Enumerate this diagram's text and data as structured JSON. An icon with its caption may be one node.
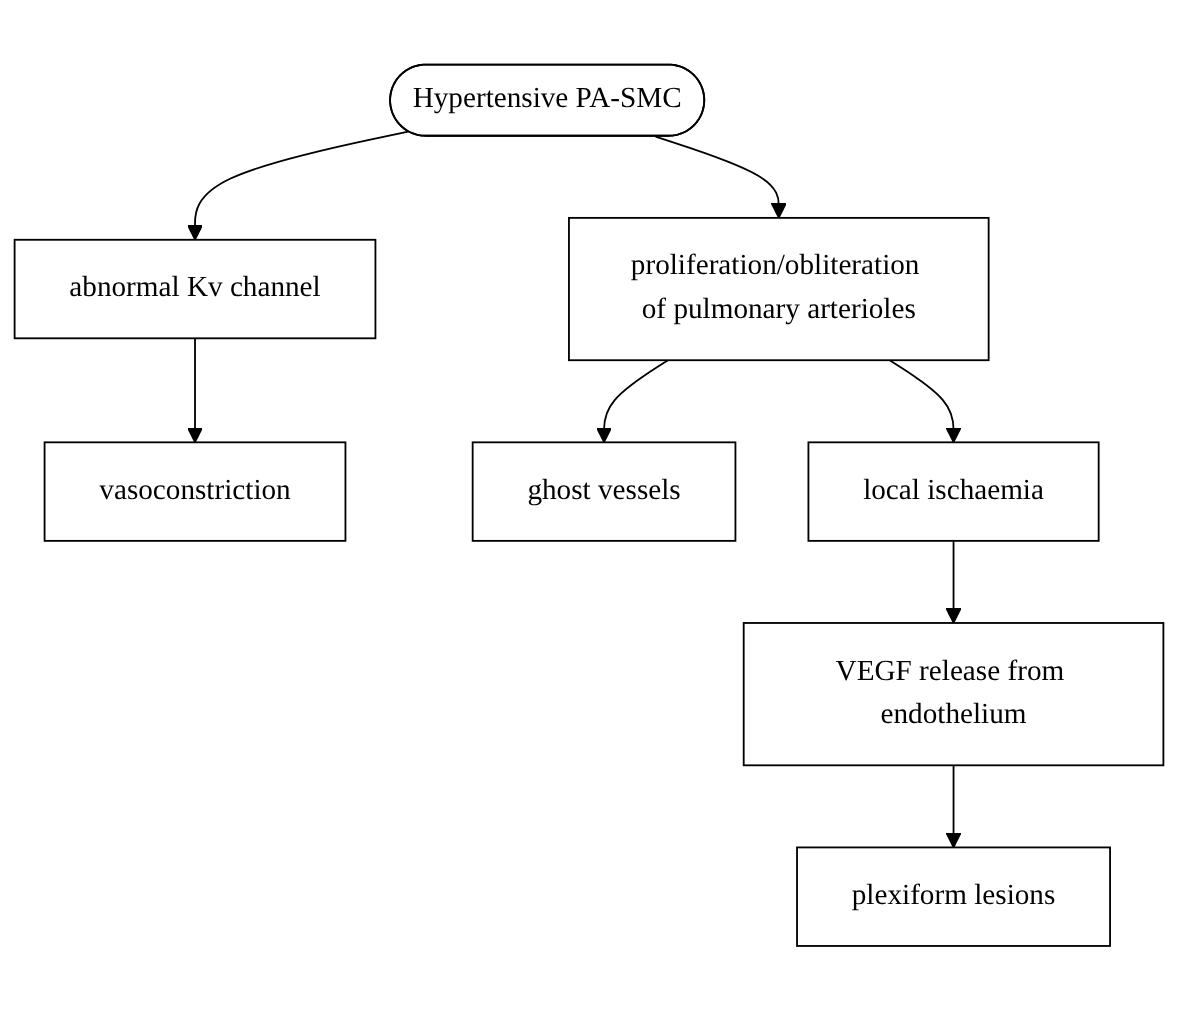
{
  "diagram": {
    "nodes": [
      {
        "text": [
          "Hypertensive PA-SMC"
        ]
      },
      {
        "text": [
          "abnormal Kv channel"
        ]
      },
      {
        "text": [
          "proliferation/obliteration of pulmonary arterioles"
        ]
      },
      {
        "text": [
          "vasoconstriction"
        ]
      },
      {
        "text": [
          "ghost vessels"
        ]
      },
      {
        "text": [
          "local ischaemia"
        ]
      },
      {
        "text": [
          "VEGF release from endothelium"
        ]
      },
      {
        "text": [
          "plexiform lesions"
        ]
      }
    ],
    "edges": [
      {
        "from": 0,
        "to": 1,
        "arrow": "to"
      },
      {
        "from": 0,
        "to": 2,
        "arrow": "to"
      },
      {
        "from": 1,
        "to": 3,
        "arrow": "to"
      },
      {
        "from": 2,
        "to": 4,
        "arrow": "to"
      },
      {
        "from": 2,
        "to": 5,
        "arrow": "to"
      },
      {
        "from": 5,
        "to": 6,
        "arrow": "to"
      },
      {
        "from": 6,
        "to": 7,
        "arrow": "to"
      }
    ]
  }
}
